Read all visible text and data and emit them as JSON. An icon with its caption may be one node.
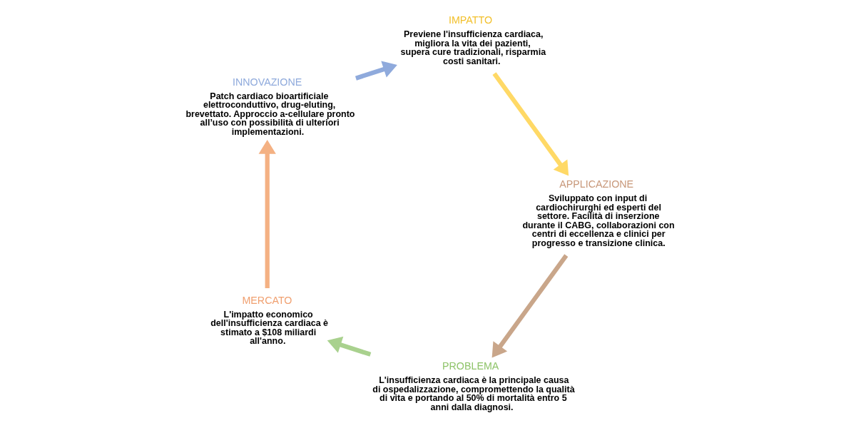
{
  "diagram": {
    "nodes": [
      {
        "text": [
          "PROBLEMA",
          "L'insufficienza cardiaca è la principale causa di ospedalizzazione, compromettendo la qualità di vita e portando al 50% di mortalità entro 5 anni dalla diagnosi."
        ]
      },
      {
        "text": [
          "APPLICAZIONE",
          "Sviluppato con input di cardiochirurghi ed esperti del settore. Facilità di inserzione durante il CABG, collaborazioni con centri di eccellenza e clinici per progresso e transizione clinica."
        ]
      },
      {
        "text": [
          "MERCATO",
          "L'impatto economico dell'insufficienza cardiaca è stimato a $108 miliardi all'anno."
        ]
      },
      {
        "text": [
          "IMPATTO",
          "Previene l'insufficienza cardiaca, migliora la vita dei pazienti, supera cure tradizionali, risparmia costi sanitari."
        ]
      },
      {
        "text": [
          "INNOVAZIONE",
          "Patch cardiaco bioartificiale elettroconduttivo, drug-eluting, brevettato. Approccio a-cellulare pronto all’uso con possibilità di ulteriori implementazioni."
        ]
      }
    ],
    "edges": [
      {
        "from": 0,
        "to": 2,
        "arrow": "to",
        "color": "#a9d18e"
      },
      {
        "from": 2,
        "to": 4,
        "arrow": "to",
        "color": "#f4b183"
      },
      {
        "from": 4,
        "to": 3,
        "arrow": "to",
        "color": "#8faadc"
      },
      {
        "from": 3,
        "to": 1,
        "arrow": "to",
        "color": "#ffd966"
      },
      {
        "from": 1,
        "to": 0,
        "arrow": "to",
        "color": "#c9a68a"
      }
    ]
  }
}
